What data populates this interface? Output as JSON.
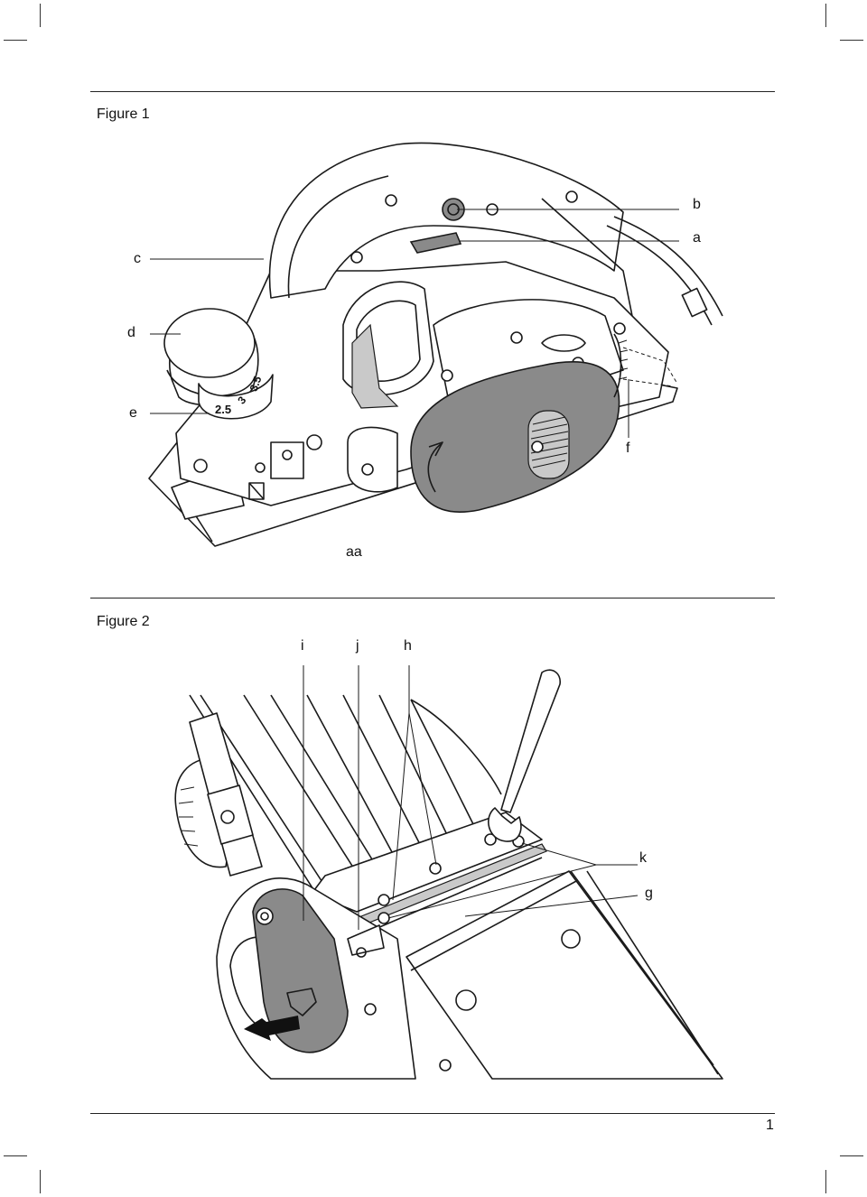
{
  "figure1": {
    "title": "Figure 1",
    "labels": {
      "a": "a",
      "b": "b",
      "c": "c",
      "d": "d",
      "e": "e",
      "f": "f",
      "aa": "aa"
    },
    "dial_marks": [
      "2.5",
      "3",
      "3.5"
    ]
  },
  "figure2": {
    "title": "Figure 2",
    "labels": {
      "i": "i",
      "j": "j",
      "h": "h",
      "k": "k",
      "g": "g"
    }
  },
  "footer": {
    "page_number": "1"
  }
}
